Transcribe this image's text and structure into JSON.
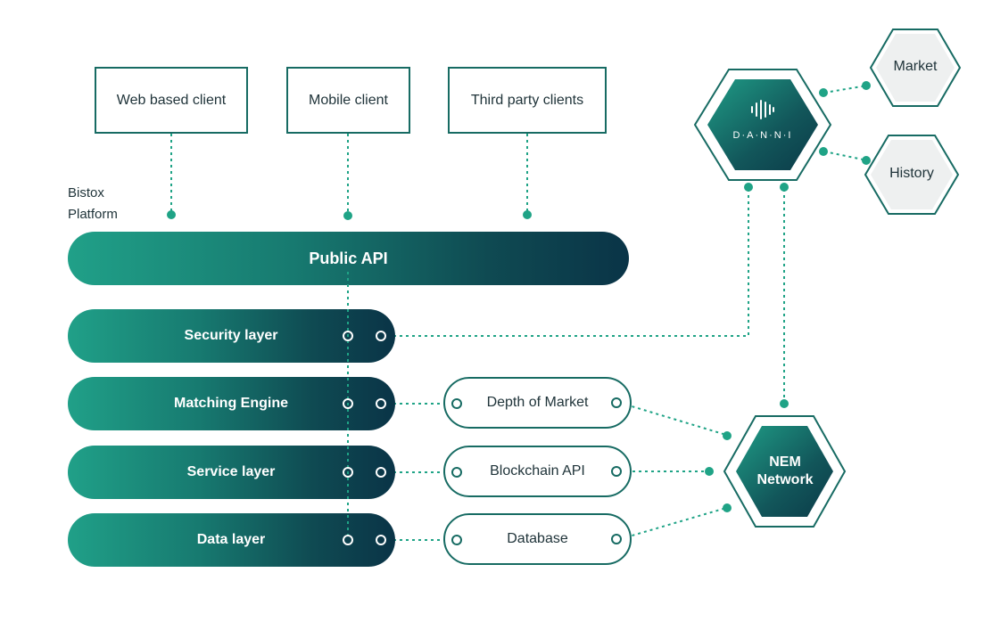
{
  "clients": {
    "web": "Web based client",
    "mobile": "Mobile client",
    "third_party": "Third party clients"
  },
  "platform": {
    "label_line1": "Bistox",
    "label_line2": "Platform"
  },
  "layers": {
    "public_api": "Public API",
    "security": "Security layer",
    "matching": "Matching Engine",
    "service": "Service layer",
    "data": "Data layer"
  },
  "modules": {
    "depth": "Depth of Market",
    "blockchain": "Blockchain API",
    "database": "Database"
  },
  "external": {
    "danni": "D·A·N·N·I",
    "market": "Market",
    "history": "History",
    "nem_line1": "NEM",
    "nem_line2": "Network"
  },
  "colors": {
    "border": "#176b63",
    "accent": "#1fa386",
    "gradient_start": "#20a088",
    "gradient_end": "#0a3447"
  },
  "icons": {
    "danni_logo": "sound-wave-icon"
  }
}
